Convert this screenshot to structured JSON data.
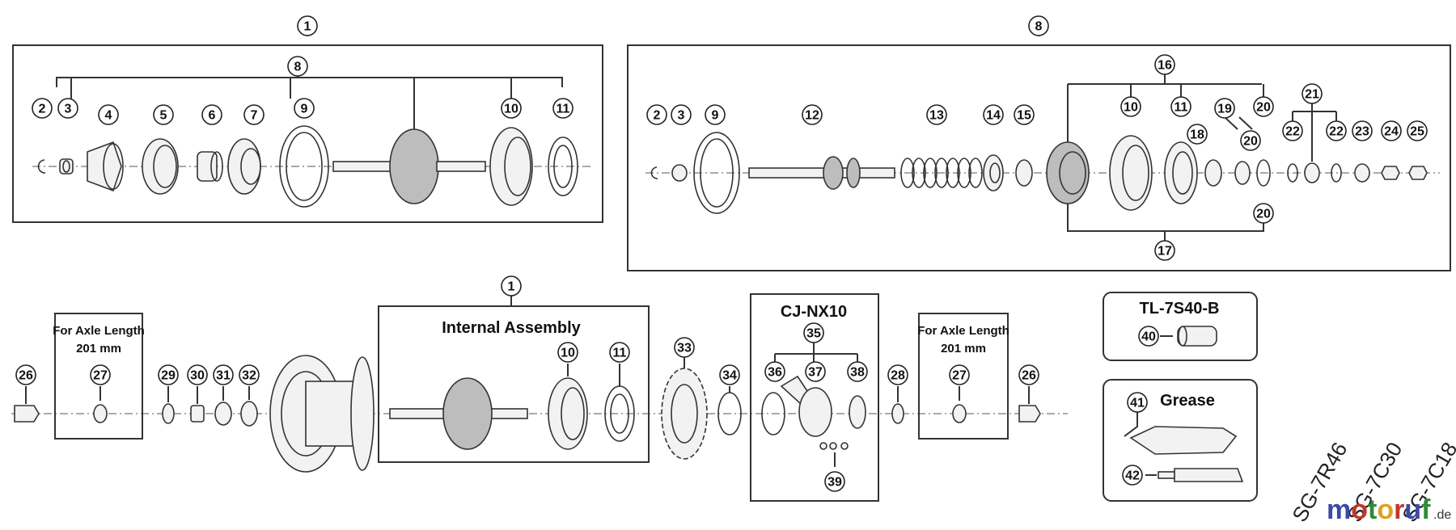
{
  "title_boxes": {
    "internal_assembly": "Internal Assembly",
    "cj_nx10": "CJ-NX10",
    "tl_7s40_b": "TL-7S40-B",
    "grease": "Grease",
    "axle_left": "For Axle Length",
    "axle_left_2": "201 mm",
    "axle_right": "For Axle Length",
    "axle_right_2": "201 mm"
  },
  "callouts": {
    "c1a": "1",
    "c8a": "8",
    "c2a": "2",
    "c3a": "3",
    "c4": "4",
    "c5": "5",
    "c6": "6",
    "c7": "7",
    "c9a": "9",
    "c10a": "10",
    "c11a": "11",
    "c8b": "8",
    "c16": "16",
    "c2b": "2",
    "c3b": "3",
    "c9b": "9",
    "c12": "12",
    "c13": "13",
    "c14": "14",
    "c15": "15",
    "c10b": "10",
    "c11b": "11",
    "c18": "18",
    "c19": "19",
    "c20a": "20",
    "c20b": "20",
    "c20c": "20",
    "c21": "21",
    "c22a": "22",
    "c22b": "22",
    "c23": "23",
    "c24": "24",
    "c25": "25",
    "c17": "17",
    "c26a": "26",
    "c27a": "27",
    "c29": "29",
    "c30": "30",
    "c31": "31",
    "c32": "32",
    "c1b": "1",
    "c10c": "10",
    "c11c": "11",
    "c33": "33",
    "c34": "34",
    "c35": "35",
    "c36": "36",
    "c37": "37",
    "c38": "38",
    "c39": "39",
    "c28": "28",
    "c27b": "27",
    "c26b": "26",
    "c40": "40",
    "c41": "41",
    "c42": "42"
  },
  "models": [
    "SG-7R46",
    "SG-7C30",
    "SG-7C18"
  ],
  "watermark": {
    "brand": "motoruf",
    "tld": ".de",
    "letter_colors": [
      "#3a4aa8",
      "#c0392b",
      "#2e8b3a",
      "#e0a020",
      "#c0392b",
      "#3a4aa8",
      "#2e8b3a"
    ]
  }
}
